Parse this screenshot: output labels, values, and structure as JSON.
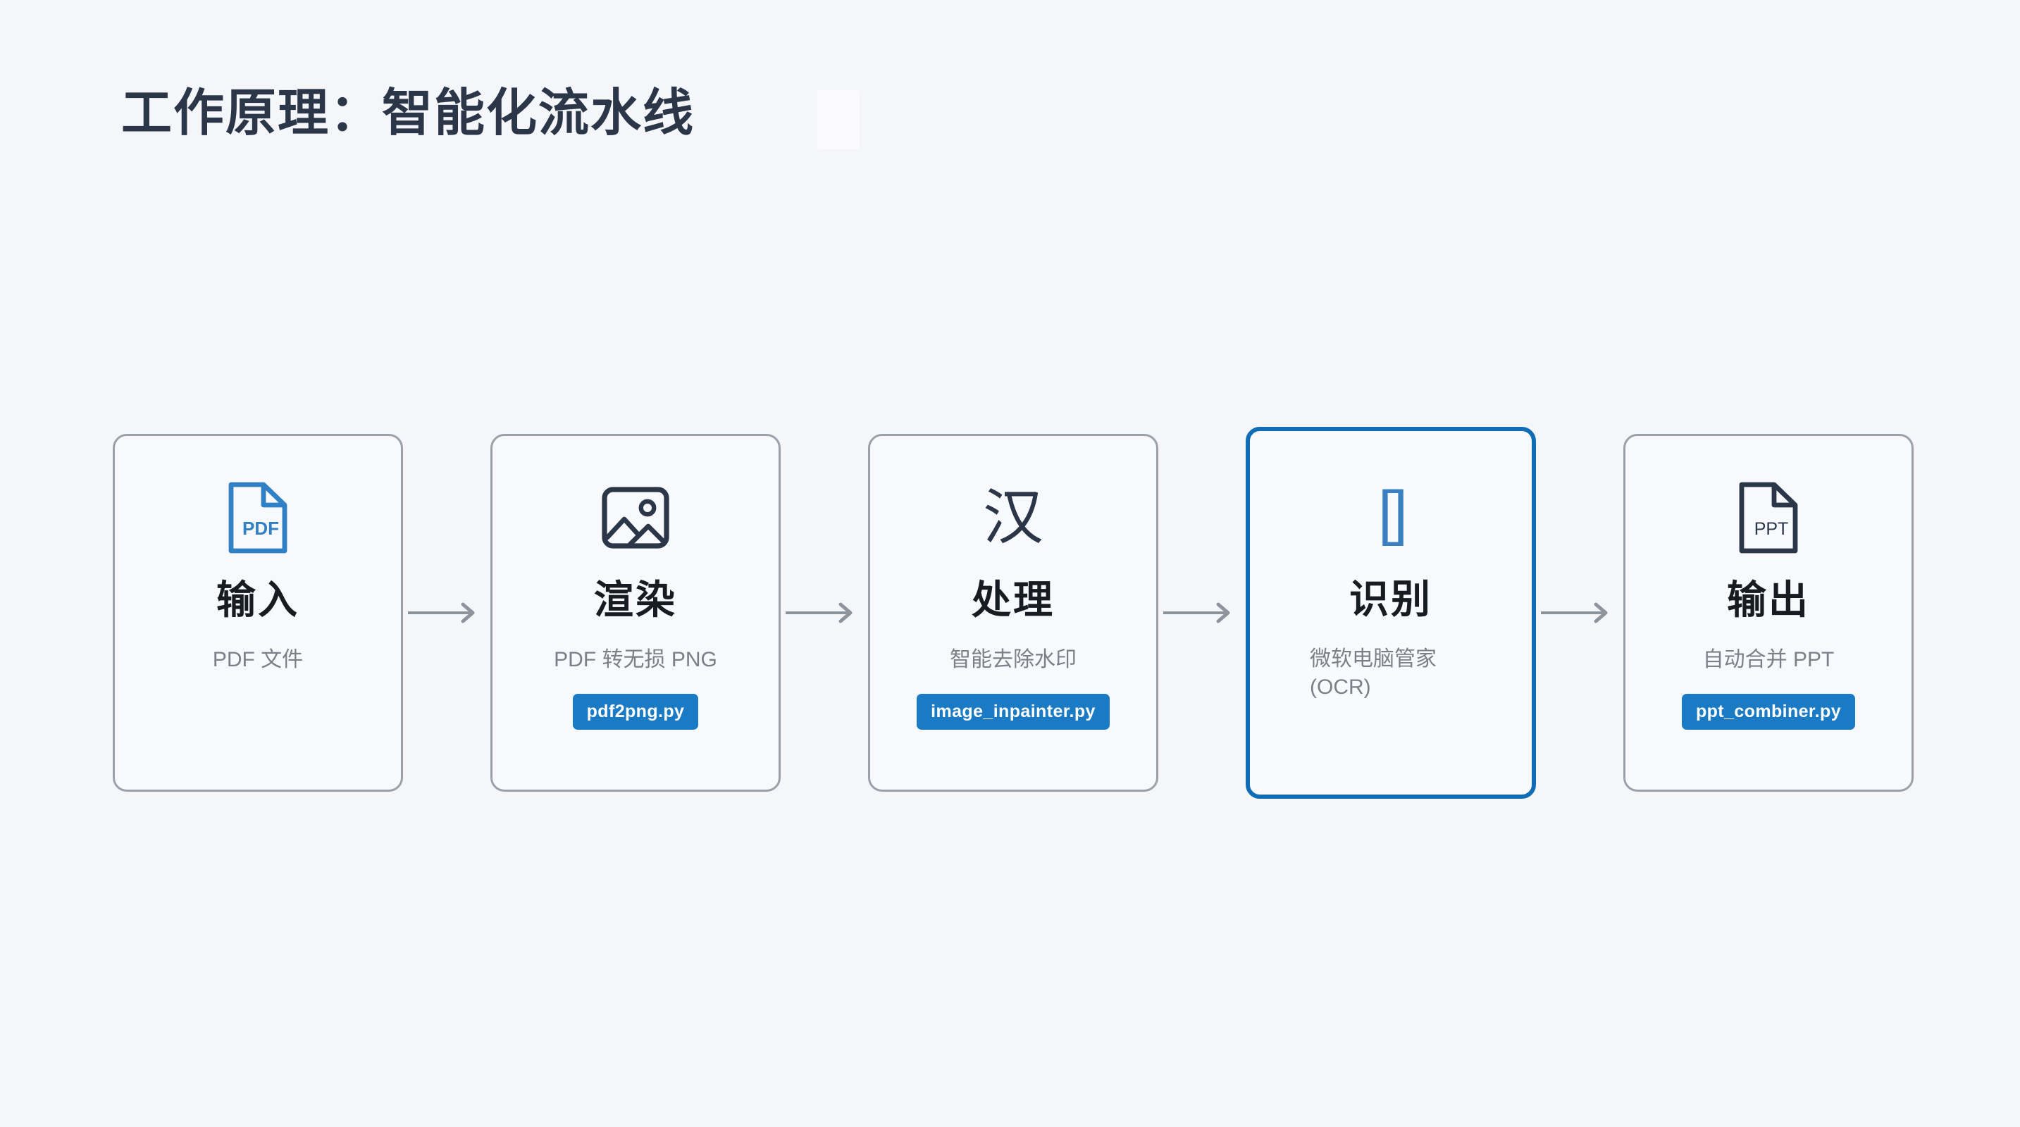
{
  "slide": {
    "title": "工作原理：智能化流水线",
    "background_color": "#f4f6fa",
    "accent_color": "#0f6cb5",
    "badge_color": "#1a7ac4",
    "title_color": "#2b3648"
  },
  "pipeline": {
    "arrow_label": "arrow-right",
    "steps": [
      {
        "icon": "pdf-file-icon",
        "icon_label": "PDF",
        "icon_color": "#2f80c4",
        "title": "输入",
        "subtitle": "PDF 文件",
        "badge": "",
        "active": false
      },
      {
        "icon": "image-icon",
        "icon_label": "",
        "icon_color": "#2b3648",
        "title": "渲染",
        "subtitle": "PDF 转无损 PNG",
        "badge": "pdf2png.py",
        "active": false
      },
      {
        "icon": "han-character-icon",
        "icon_label": "汉",
        "icon_color": "#2b3648",
        "title": "处理",
        "subtitle": "智能去除水印",
        "badge": "image_inpainter.py",
        "active": false
      },
      {
        "icon": "missing-glyph-icon",
        "icon_label": "[]",
        "icon_color": "#3a7fc1",
        "title": "识别",
        "subtitle": "微软电脑管家 (OCR)",
        "badge": "",
        "active": true
      },
      {
        "icon": "ppt-file-icon",
        "icon_label": "PPT",
        "icon_color": "#2b3648",
        "title": "输出",
        "subtitle": "自动合并 PPT",
        "badge": "ppt_combiner.py",
        "active": false
      }
    ]
  }
}
